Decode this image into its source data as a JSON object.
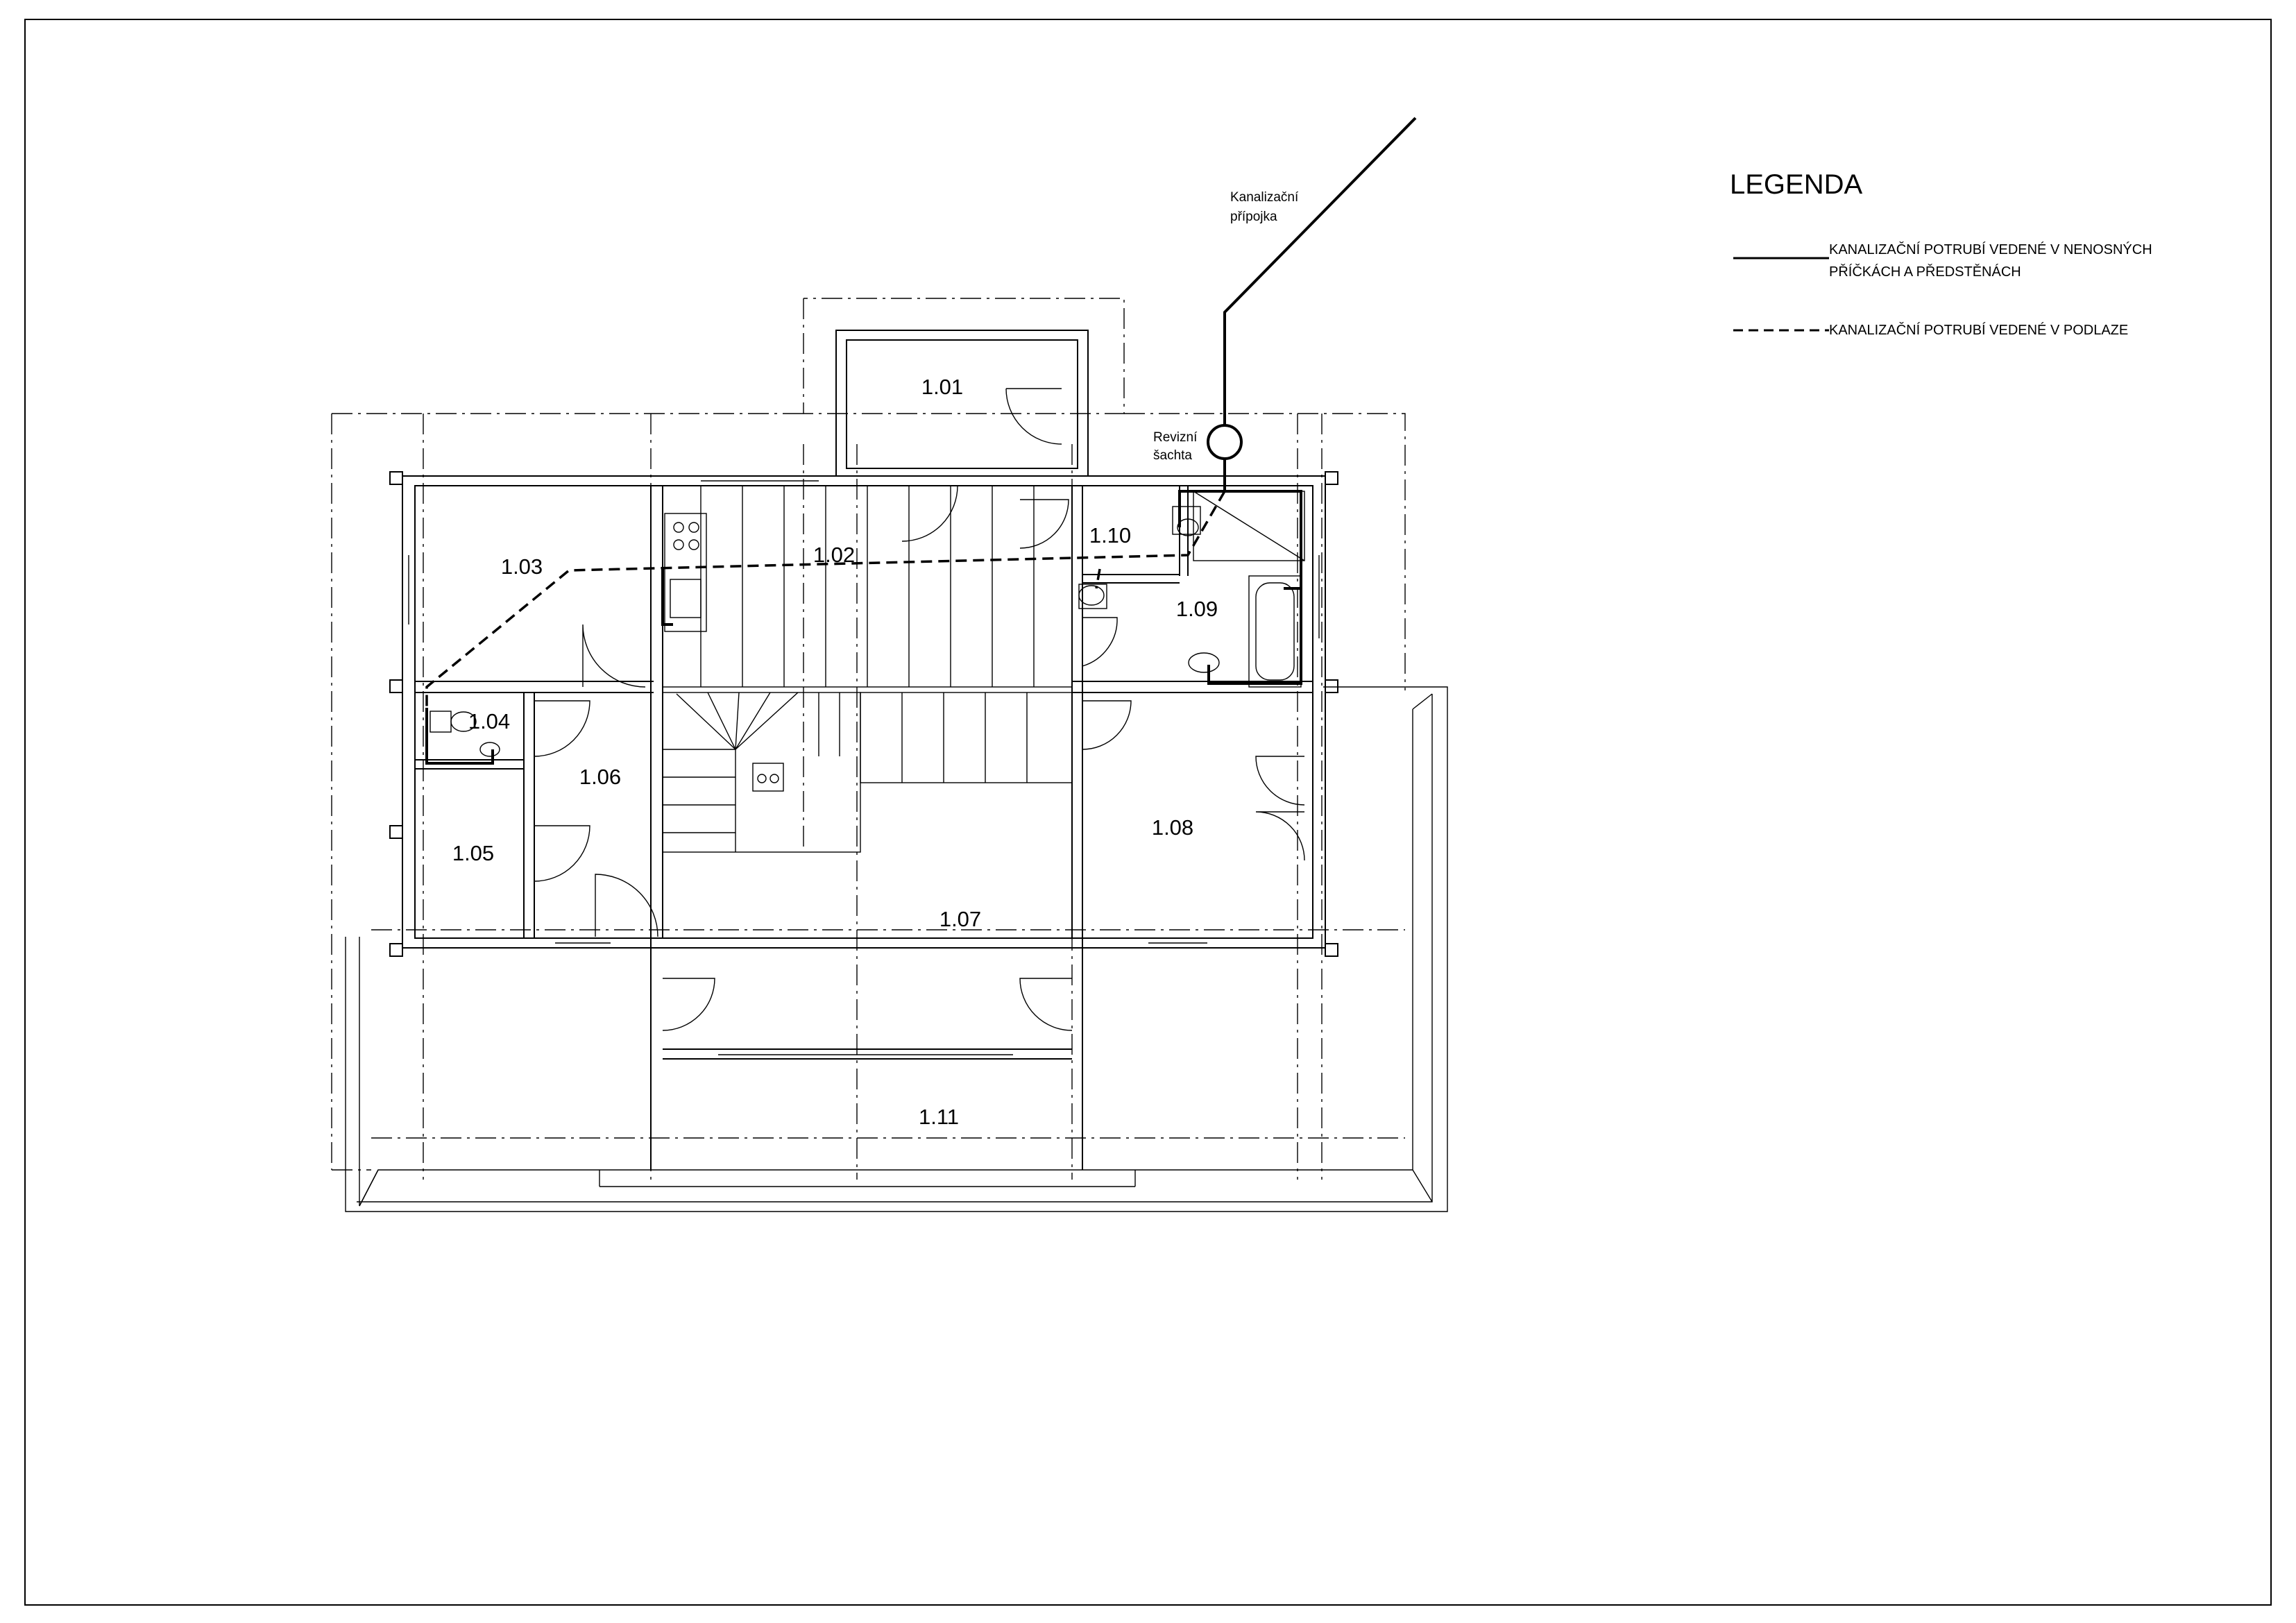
{
  "legend": {
    "title": "LEGENDA",
    "items": [
      {
        "line": "solid",
        "text_1": "KANALIZAČNÍ POTRUBÍ VEDENÉ V NENOSNÝCH",
        "text_2": "PŘÍČKÁCH A PŘEDSTĚNÁCH"
      },
      {
        "line": "dashed",
        "text_1": "KANALIZAČNÍ POTRUBÍ VEDENÉ V PODLAZE"
      }
    ]
  },
  "annotations": {
    "connection_1": "Kanalizační",
    "connection_2": "přípojka",
    "shaft_1": "Revizní",
    "shaft_2": "šachta"
  },
  "rooms": {
    "r101": "1.01",
    "r102": "1.02",
    "r103": "1.03",
    "r104": "1.04",
    "r105": "1.05",
    "r106": "1.06",
    "r107": "1.07",
    "r108": "1.08",
    "r109": "1.09",
    "r110": "1.10",
    "r111": "1.11"
  }
}
